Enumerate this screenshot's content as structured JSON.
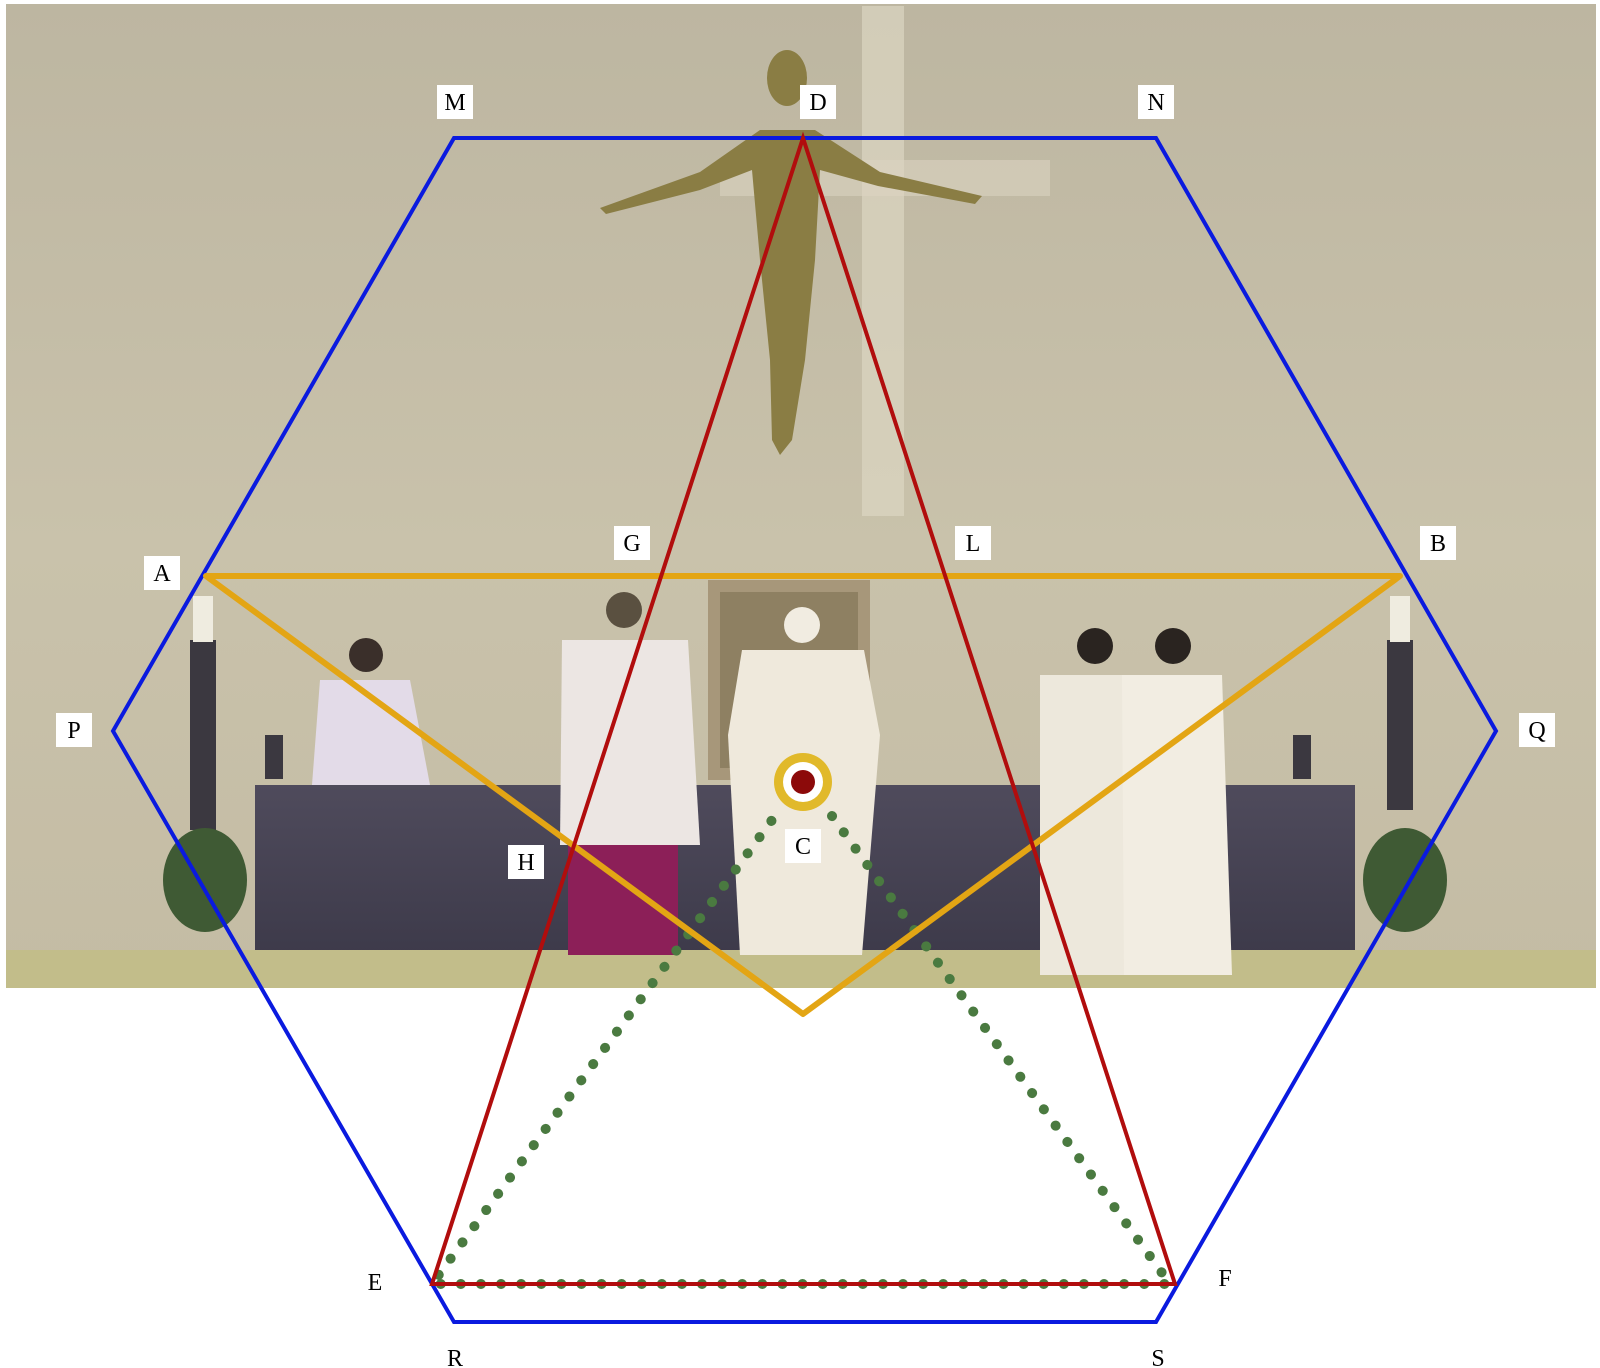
{
  "labels": {
    "M": "M",
    "D": "D",
    "N": "N",
    "A": "A",
    "G": "G",
    "L": "L",
    "B": "B",
    "P": "P",
    "Q": "Q",
    "H": "H",
    "C": "C",
    "E": "E",
    "F": "F",
    "R": "R",
    "S": "S"
  },
  "colors": {
    "hexagon": "#0a1adf",
    "red_triangle": "#b10d0d",
    "gold_triangle": "#e3a514",
    "green_dotted": "#4a7a40",
    "center_ring": "#e1b92a",
    "center_dot": "#8c0a0a",
    "photo_wall": "#c7bfa6",
    "label_box": "#ffffff",
    "label_text": "#000000"
  }
}
